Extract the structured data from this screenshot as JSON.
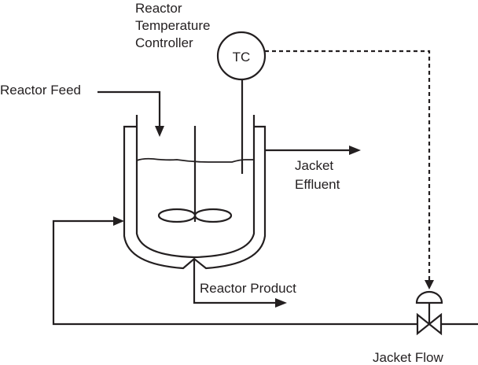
{
  "labels": {
    "controller_line1": "Reactor",
    "controller_line2": "Temperature",
    "controller_line3": "Controller",
    "tc": "TC",
    "feed": "Reactor Feed",
    "effluent_line1": "Jacket",
    "effluent_line2": "Effluent",
    "product": "Reactor Product",
    "jacket_flow": "Jacket Flow"
  },
  "colors": {
    "line": "#231f20"
  }
}
